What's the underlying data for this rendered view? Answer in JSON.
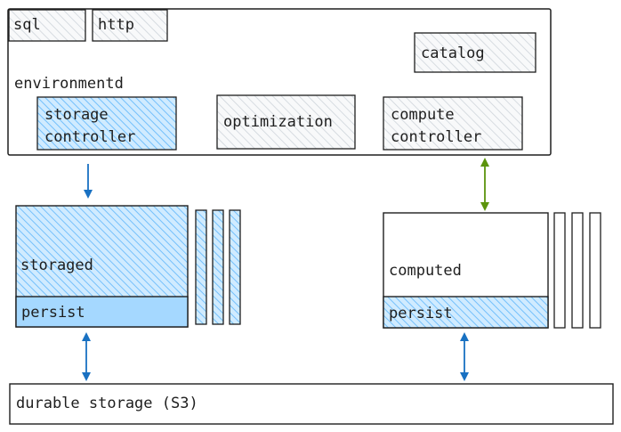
{
  "environmentd": {
    "label": "environmentd",
    "sql": "sql",
    "http": "http",
    "catalog": "catalog",
    "storage_controller": [
      "storage",
      "controller"
    ],
    "optimization": "optimization",
    "compute_controller": [
      "compute",
      "controller"
    ]
  },
  "storaged": {
    "label": "storaged",
    "persist": "persist"
  },
  "computed": {
    "label": "computed",
    "persist": "persist"
  },
  "durable_storage": {
    "label": "durable storage (S3)"
  },
  "colors": {
    "blue_hatch": "#a5d8ff",
    "blue_arrow": "#1971c2",
    "green_arrow": "#5c940d",
    "gray_hatch": "#ced4da",
    "stroke": "#1e1e1e"
  }
}
